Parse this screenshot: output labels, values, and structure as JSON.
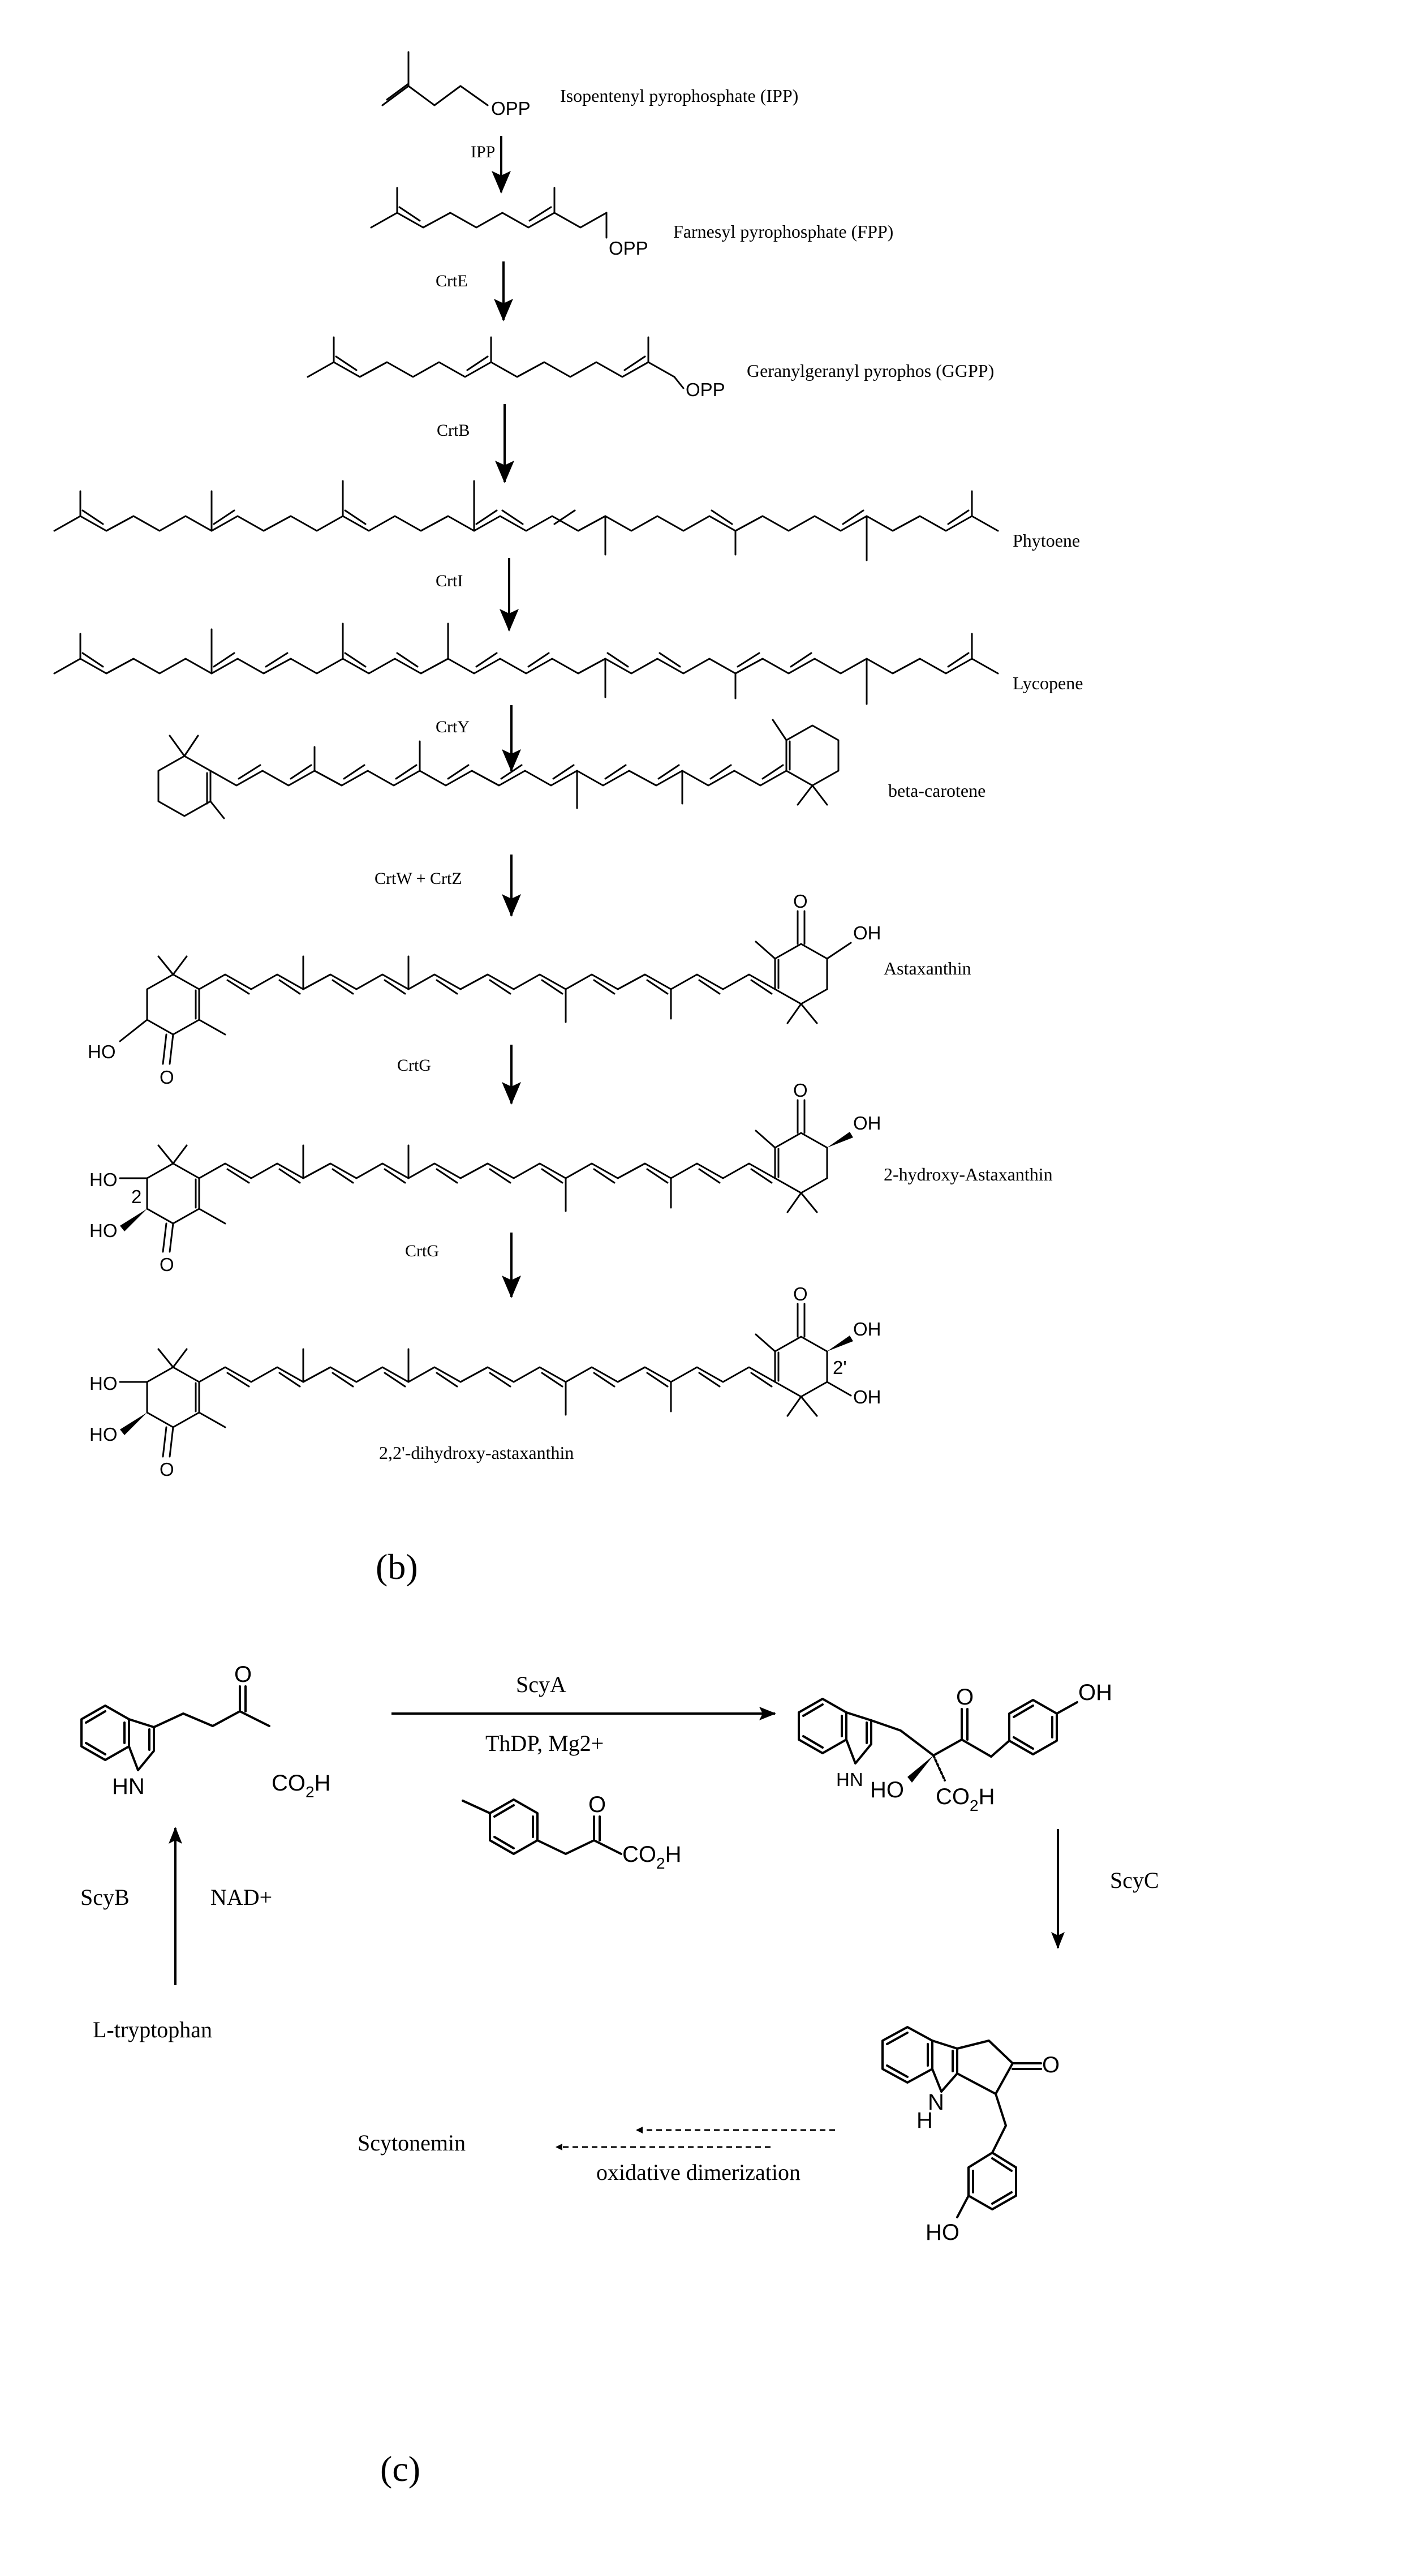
{
  "panel_b": {
    "label": "(b)",
    "compounds": {
      "ipp": "Isopentenyl pyrophosphate (IPP)",
      "fpp": "Farnesyl pyrophosphate (FPP)",
      "ggpp": "Geranylgeranyl pyrophos (GGPP)",
      "phytoene": "Phytoene",
      "lycopene": "Lycopene",
      "beta_carotene": "beta-carotene",
      "astaxanthin": "Astaxanthin",
      "hydroxy_astaxanthin": "2-hydroxy-Astaxanthin",
      "dihydroxy_astaxanthin": "2,2'-dihydroxy-astaxanthin"
    },
    "enzymes": {
      "ipp": "IPP",
      "crte": "CrtE",
      "crtb": "CrtB",
      "crti": "CrtI",
      "crty": "CrtY",
      "crtwz": "CrtW + CrtZ",
      "crtg1": "CrtG",
      "crtg2": "CrtG"
    },
    "atoms": {
      "opp": "OPP",
      "oh": "OH",
      "ho": "HO",
      "o": "O",
      "pos2": "2",
      "pos2p": "2'"
    }
  },
  "panel_c": {
    "label": "(c)",
    "enzymes": {
      "scya": "ScyA",
      "cofactors": "ThDP, Mg2+",
      "scyb": "ScyB",
      "nad": "NAD+",
      "scyc": "ScyC"
    },
    "compounds": {
      "tryptophan": "L-tryptophan",
      "scytonemin": "Scytonemin"
    },
    "steps": {
      "dimerization": "oxidative dimerization"
    },
    "atoms": {
      "hn": "HN",
      "nh": "H",
      "n": "N",
      "co2h_main": "CO",
      "sub2": "2",
      "h": "H",
      "ho": "HO",
      "oh": "OH",
      "o": "O"
    }
  }
}
